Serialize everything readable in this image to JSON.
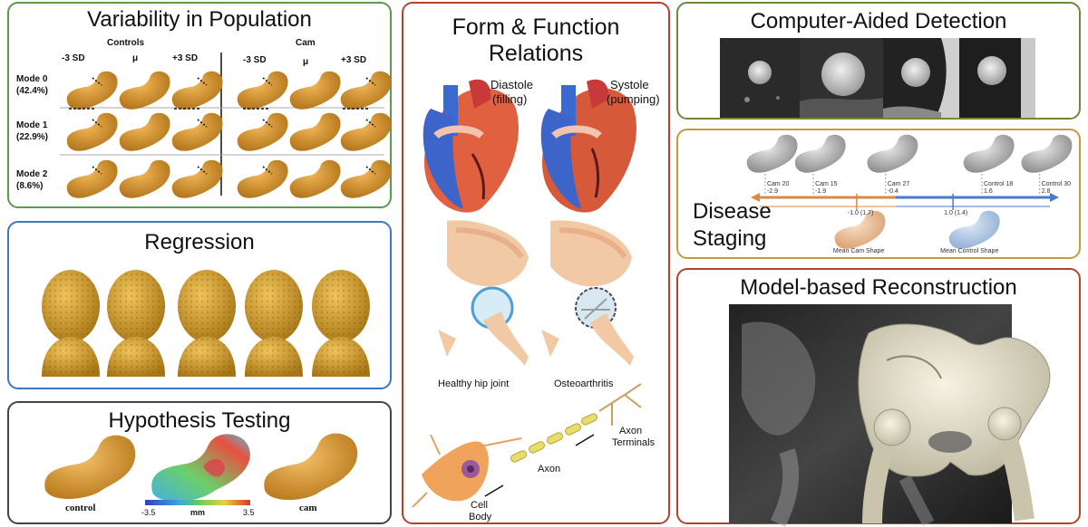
{
  "panels": {
    "variability": {
      "title": "Variability in Population",
      "groups": [
        "Controls",
        "Cam"
      ],
      "columns": [
        "-3 SD",
        "μ",
        "+3 SD"
      ],
      "modes": [
        {
          "name": "Mode 0",
          "pct": "(42.4%)"
        },
        {
          "name": "Mode 1",
          "pct": "(22.9%)"
        },
        {
          "name": "Mode 2",
          "pct": "(8.6%)"
        }
      ]
    },
    "regression": {
      "title": "Regression"
    },
    "hypothesis": {
      "title": "Hypothesis Testing",
      "labels": [
        "control",
        "cam"
      ],
      "scale_min": "-3.5",
      "scale_unit": "mm",
      "scale_max": "3.5"
    },
    "form": {
      "title_line1": "Form & Function",
      "title_line2": "Relations",
      "heart_labels": {
        "diastole": "Diastole",
        "diastole_sub": "(filling)",
        "systole": "Systole",
        "systole_sub": "(pumping)"
      },
      "hip_labels": {
        "healthy": "Healthy hip joint",
        "oa": "Osteoarthritis"
      },
      "neuron_labels": {
        "axon_terminals_1": "Axon",
        "axon_terminals_2": "Terminals",
        "axon": "Axon",
        "cell_body_1": "Cell",
        "cell_body_2": "Body"
      }
    },
    "cad": {
      "title": "Computer-Aided Detection"
    },
    "staging": {
      "title_line1": "Disease",
      "title_line2": "Staging",
      "samples": [
        {
          "name": "Cam 20",
          "value": "-2.9"
        },
        {
          "name": "Cam 15",
          "value": "-1.9"
        },
        {
          "name": "Cam 27",
          "value": "-0.4"
        },
        {
          "name": "Control 18",
          "value": "1.6"
        },
        {
          "name": "Control 30",
          "value": "2.8"
        }
      ],
      "mean_markers": [
        "-1.0 (1.7)",
        "1.0 (1.4)"
      ],
      "mean_labels": [
        "Mean Cam Shape",
        "Mean Control Shape"
      ]
    },
    "reconstruction": {
      "title": "Model-based Reconstruction"
    }
  },
  "colors": {
    "green_border": "#5a9a4a",
    "blue_border": "#3b78c2",
    "dark_border": "#444444",
    "red_border": "#b5432c",
    "olive_border": "#6d8a3c",
    "gold_border": "#c59a3c",
    "shape_orange": "#d79a2b"
  }
}
